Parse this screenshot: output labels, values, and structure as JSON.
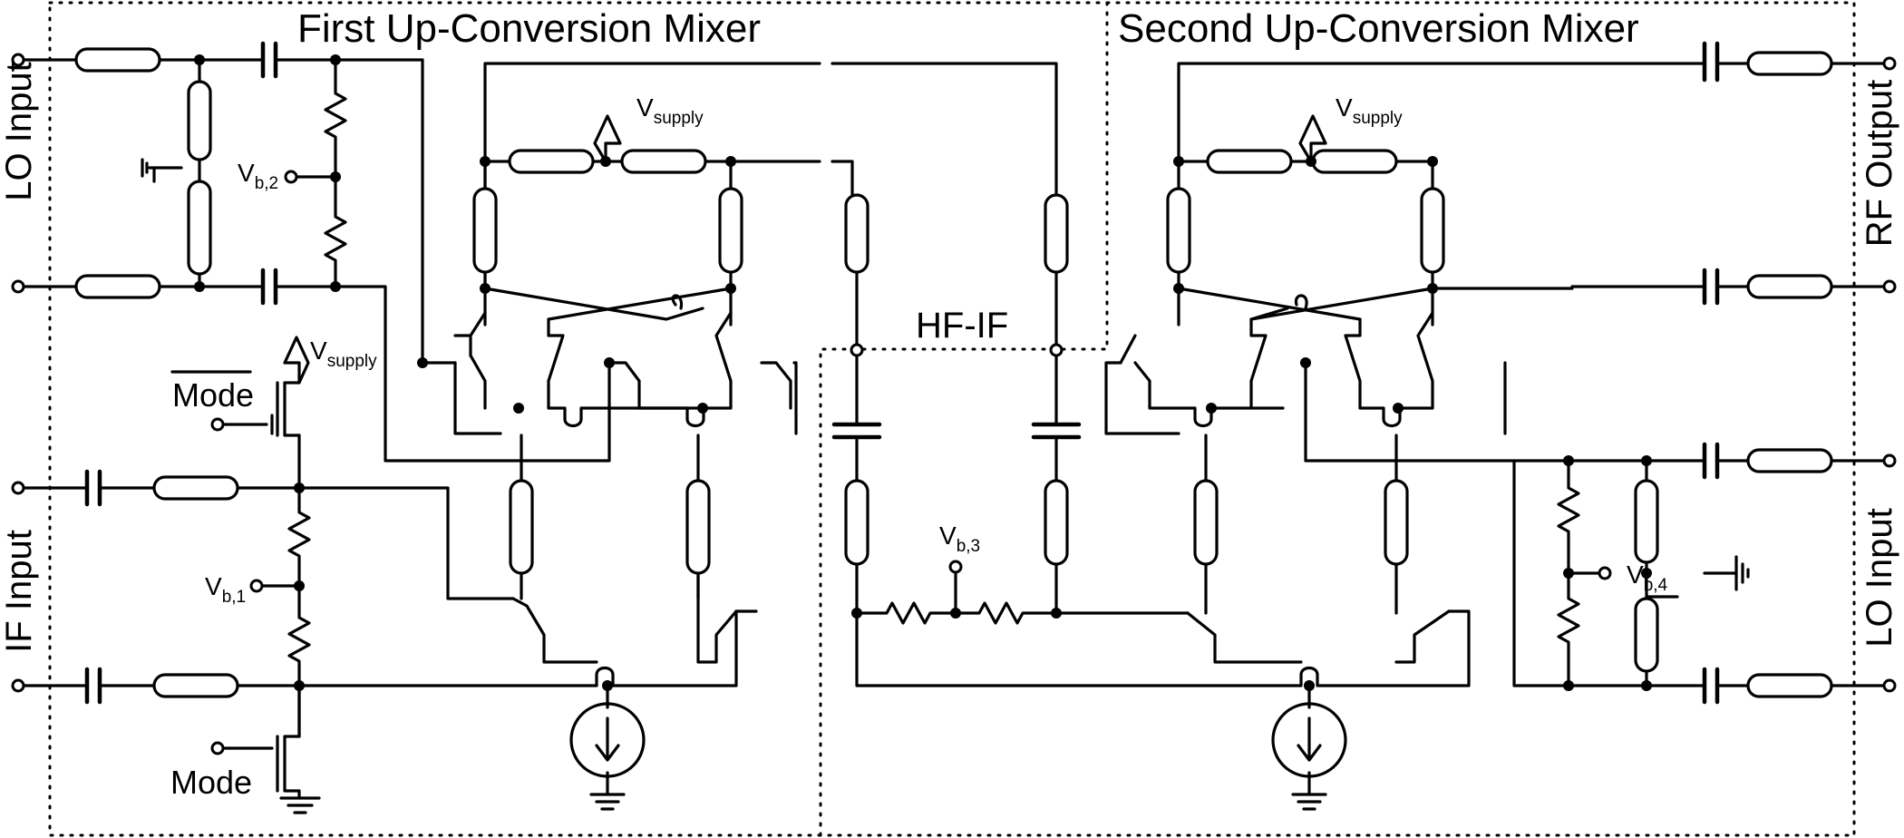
{
  "diagram": {
    "titles": {
      "first_mixer": "First Up-Conversion Mixer",
      "second_mixer": "Second Up-Conversion Mixer",
      "hf_if": "HF-IF"
    },
    "ports": {
      "lo_input_left": "LO Input",
      "if_input": "IF Input",
      "rf_output": "RF Output",
      "lo_input_right": "LO Input"
    },
    "controls": {
      "mode_bar": "Mode",
      "mode": "Mode"
    },
    "supplies": {
      "v_letter": "V",
      "supply_sub": "supply"
    },
    "bias": {
      "v_letter": "V",
      "vb1_sub": "b,1",
      "vb2_sub": "b,2",
      "vb3_sub": "b,3",
      "vb4_sub": "b,4"
    }
  }
}
